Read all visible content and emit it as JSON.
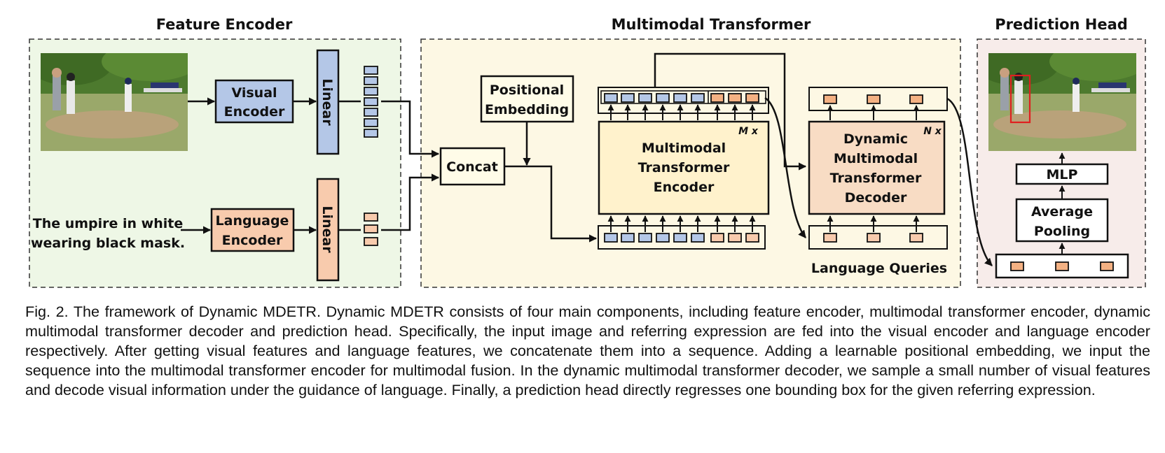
{
  "sections": {
    "feature_encoder": "Feature Encoder",
    "multimodal_transformer": "Multimodal Transformer",
    "prediction_head": "Prediction Head"
  },
  "feature_encoder": {
    "visual_encoder": [
      "Visual",
      "Encoder"
    ],
    "language_encoder": [
      "Language",
      "Encoder"
    ],
    "linear_top": "Linear",
    "linear_bottom": "Linear",
    "expression": [
      "The umpire in white",
      "wearing black mask."
    ]
  },
  "multimodal": {
    "concat": "Concat",
    "positional_embedding": [
      "Positional",
      "Embedding"
    ],
    "encoder": [
      "Multimodal",
      "Transformer",
      "Encoder"
    ],
    "encoder_repeat": "M x",
    "decoder": [
      "Dynamic",
      "Multimodal",
      "Transformer",
      "Decoder"
    ],
    "decoder_repeat": "N x",
    "language_queries": "Language Queries"
  },
  "head": {
    "mlp": "MLP",
    "pooling": [
      "Average",
      "Pooling"
    ]
  },
  "caption": {
    "lead": "Fig. 2.",
    "body": "The framework of Dynamic MDETR. Dynamic MDETR consists of four main components, including feature encoder, multimodal transformer encoder, dynamic multimodal transformer decoder and prediction head. Specifically, the input image and referring expression are fed into the visual encoder and language encoder respectively. After getting visual features and language features, we concatenate them into a sequence. Adding a learnable positional embedding, we input the sequence into the multimodal transformer encoder for multimodal fusion. In the dynamic multimodal transformer decoder, we sample a small number of visual features and decode visual information under the guidance of language. Finally, a prediction head directly regresses one bounding box for the given referring expression."
  },
  "colors": {
    "feature_bg": "#eef7e6",
    "transformer_bg": "#fdf8e4",
    "head_bg": "#f7ecea",
    "visual_blue": "#b4c7e7",
    "language_peach": "#f8cbad",
    "query_orange": "#f4b183",
    "decoder_fill": "#f8dcc4",
    "encoder_fill": "#fff2cc",
    "box_red": "#e02020"
  }
}
